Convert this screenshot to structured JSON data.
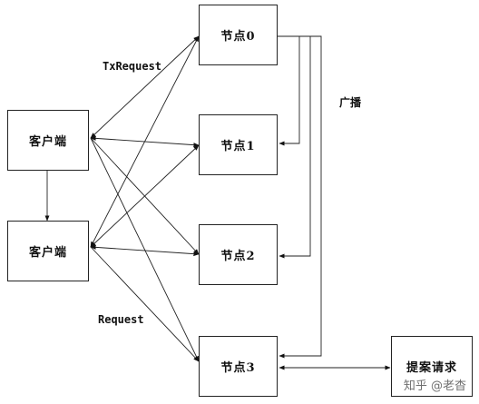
{
  "nodes": {
    "client_a": "客户端",
    "client_b": "客户端",
    "node0": "节点0",
    "node1": "节点1",
    "node2": "节点2",
    "node3": "节点3",
    "proposal": "提案请求"
  },
  "labels": {
    "tx_request": "TxRequest",
    "request": "Request",
    "broadcast": "广播"
  },
  "watermark": "知乎 @老杳"
}
